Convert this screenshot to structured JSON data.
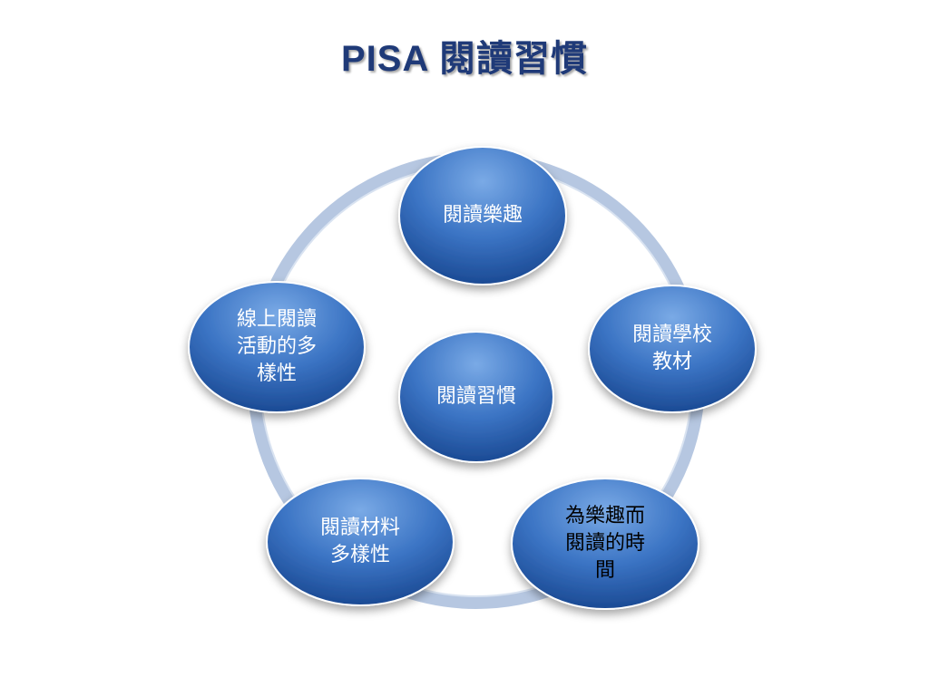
{
  "slide": {
    "title": "PISA 閱讀習慣"
  },
  "colors": {
    "title": "#1f3a78",
    "node_fill_light": "#5a8fd8",
    "node_fill_dark": "#1e4f9c",
    "node_text": "#ffffff",
    "dark_text": "#000000",
    "ring": "#b8c8e0"
  },
  "diagram": {
    "center": {
      "label": "閱讀習慣"
    },
    "nodes": [
      {
        "id": "reading-enjoyment",
        "label": "閱讀樂趣",
        "text_color": "light"
      },
      {
        "id": "school-materials",
        "label": "閱讀學校\n教材",
        "text_color": "light"
      },
      {
        "id": "time-for-enjoyment",
        "label": "為樂趣而\n閱讀的時\n間",
        "text_color": "dark"
      },
      {
        "id": "material-diversity",
        "label": "閱讀材料\n多樣性",
        "text_color": "light"
      },
      {
        "id": "online-diversity",
        "label": "線上閱讀\n活動的多\n樣性",
        "text_color": "light"
      }
    ]
  }
}
